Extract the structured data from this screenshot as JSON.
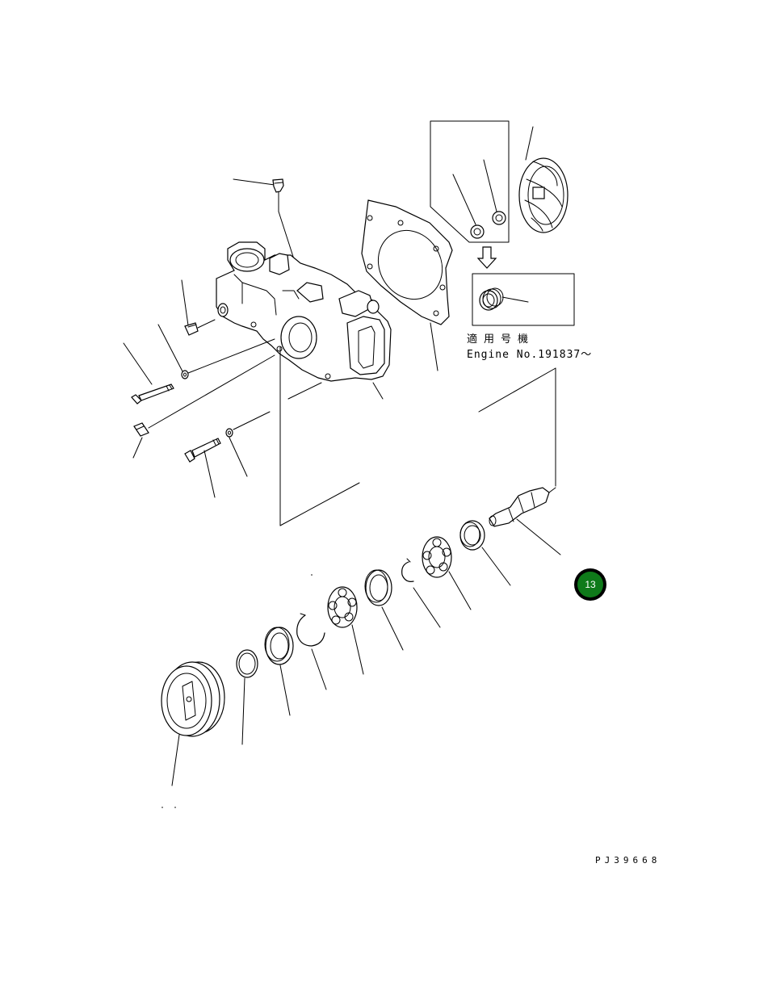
{
  "figure": {
    "applicability_label": "適用号機",
    "engine_serial_label": "Engine No.191837～",
    "drawing_id": "PJ39668"
  },
  "badge": {
    "page_number": "13",
    "color": "#0f7a1a"
  },
  "parts": [
    "plug",
    "plug-small",
    "pump-body",
    "gasket",
    "impeller",
    "seal-variant-a",
    "seal-variant-b",
    "seal-new",
    "bolt-long",
    "washer-upper",
    "plug-fitting",
    "bolt-short",
    "washer-lower",
    "shaft",
    "bearing-seal",
    "bearing-right",
    "snap-ring-small",
    "spacer",
    "bearing-left",
    "snap-ring-large",
    "oil-seal",
    "sleeve",
    "pulley"
  ]
}
